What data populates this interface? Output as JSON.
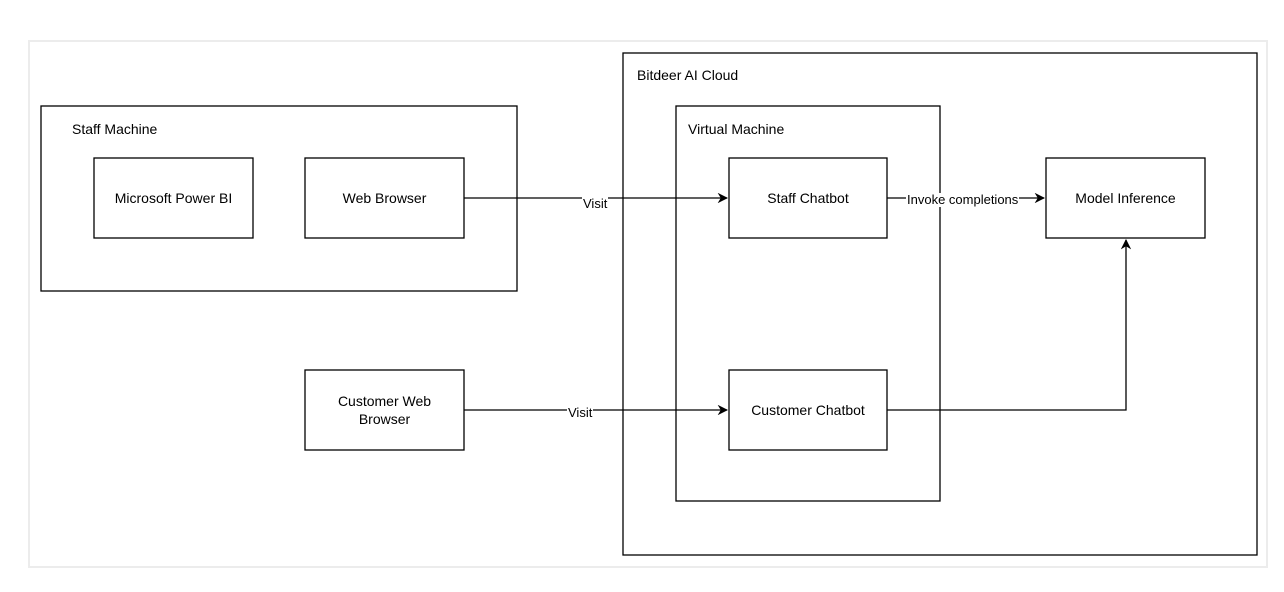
{
  "groups": {
    "staff_machine": "Staff Machine",
    "bitdeer_cloud": "Bitdeer AI Cloud",
    "virtual_machine": "Virtual Machine"
  },
  "nodes": {
    "power_bi": "Microsoft Power BI",
    "web_browser": "Web Browser",
    "customer_browser": "Customer Web Browser",
    "staff_chatbot": "Staff Chatbot",
    "customer_chatbot": "Customer Chatbot",
    "model_inference": "Model Inference"
  },
  "edges": {
    "visit_staff": "Visit",
    "visit_customer": "Visit",
    "invoke": "Invoke completions"
  }
}
